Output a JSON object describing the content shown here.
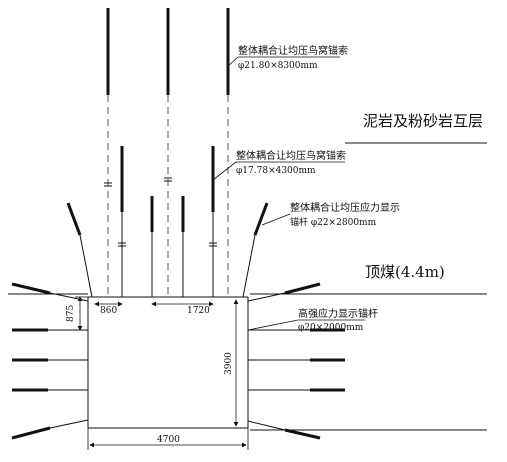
{
  "labels": {
    "anchor_cable_long": "整体耦合让均压鸟窝锚索",
    "anchor_cable_long_spec": "φ21.80×8300mm",
    "anchor_cable_short": "整体耦合让均压鸟窝锚索",
    "anchor_cable_short_spec": "φ17.78×4300mm",
    "bolt_roof_title": "整体耦合让均压应力显示",
    "bolt_roof_spec": "锚杆 φ22×2800mm",
    "strata_mudstone": "泥岩及粉砂岩互层",
    "strata_coal": "顶煤(4.4m)",
    "bolt_side_title": "高强应力显示锚杆",
    "bolt_side_spec": "φ20×2000mm"
  },
  "dimensions": {
    "cable_spacing": "860",
    "roof_spacing": "1720",
    "top_offset": "875",
    "height": "3900",
    "width": "4700"
  }
}
